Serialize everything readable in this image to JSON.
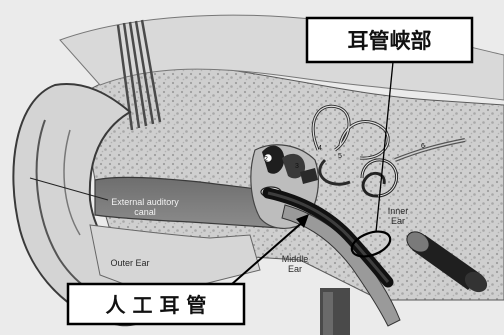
{
  "callouts": {
    "top": "耳管峡部",
    "bottom": "人 工 耳 管"
  },
  "anatomy_labels": {
    "external_line1": "External auditory",
    "external_line2": "canal",
    "outer_ear": "Outer Ear",
    "middle_line1": "Middle",
    "middle_line2": "Ear",
    "inner_line1": "Inner",
    "inner_line2": "Ear"
  },
  "structure_numbers": [
    "2",
    "3",
    "4",
    "5",
    "6"
  ]
}
